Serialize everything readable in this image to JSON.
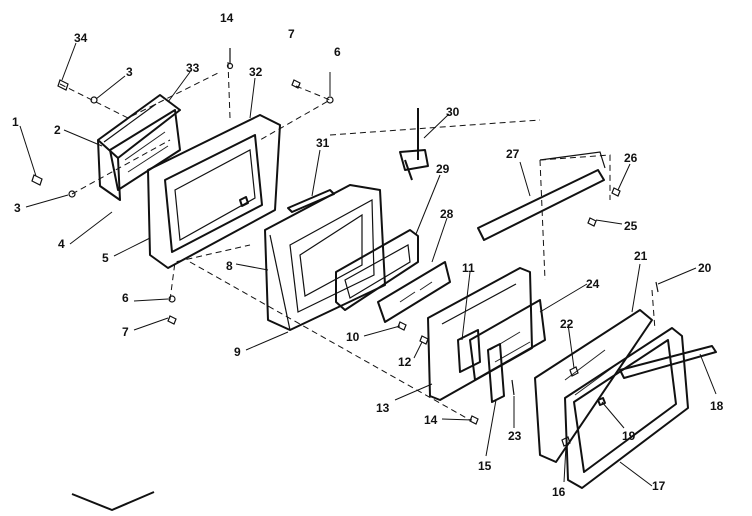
{
  "diagram": {
    "callouts": [
      "1",
      "2",
      "3",
      "3",
      "4",
      "5",
      "6",
      "6",
      "7",
      "7",
      "8",
      "9",
      "10",
      "11",
      "12",
      "13",
      "14",
      "14",
      "15",
      "16",
      "17",
      "18",
      "19",
      "20",
      "21",
      "22",
      "23",
      "24",
      "25",
      "26",
      "27",
      "28",
      "29",
      "30",
      "31",
      "32",
      "33",
      "34"
    ]
  }
}
